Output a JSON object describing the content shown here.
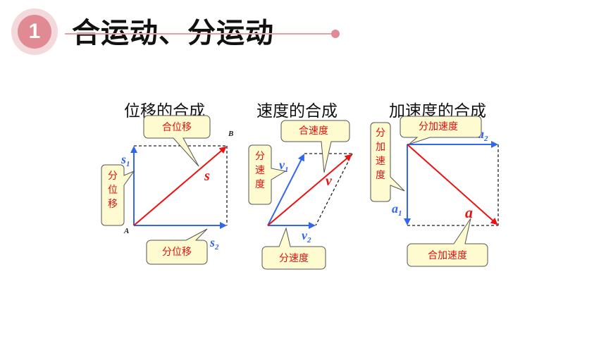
{
  "header": {
    "badge_number": "1",
    "title": "合运动、分运动"
  },
  "sections": {
    "displacement": {
      "label": "位移的合成",
      "resultant_callout": "合位移",
      "component_callout_vertical": "分位移",
      "component_callout_horizontal": "分位移",
      "vector_resultant": "s",
      "vector_s1": "s",
      "vector_s1_sub": "1",
      "vector_s2": "s",
      "vector_s2_sub": "2",
      "point_a": "A",
      "point_b": "B"
    },
    "velocity": {
      "label": "速度的合成",
      "resultant_callout": "合速度",
      "component_callout_vertical": "分速度",
      "component_callout_horizontal": "分速度",
      "vector_resultant": "v",
      "vector_v1": "v",
      "vector_v1_sub": "1",
      "vector_v2": "v",
      "vector_v2_sub": "2"
    },
    "acceleration": {
      "label": "加速度的合成",
      "resultant_callout": "合加速度",
      "component_callout_vertical": "分加速度",
      "component_callout_top": "分加速度",
      "vector_resultant": "a",
      "vector_a1": "a",
      "vector_a1_sub": "1",
      "vector_a2": "a",
      "vector_a2_sub": "2"
    }
  },
  "colors": {
    "badge": "#e08a93",
    "resultant": "#ee1111",
    "component": "#3366ee",
    "callout_fill": "#fffbd0",
    "callout_text": "#dd1111"
  }
}
